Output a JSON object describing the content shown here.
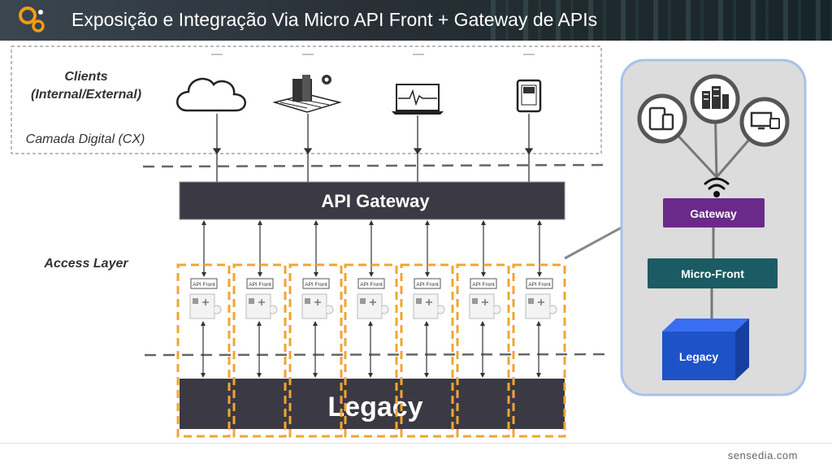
{
  "header": {
    "title": "Exposição e Integração Via Micro API Front + Gateway de APIs"
  },
  "clients_box": {
    "title_line1": "Clients",
    "title_line2": "(Internal/External)",
    "subtitle": "Camada Digital (CX)"
  },
  "access_layer": {
    "label": "Access Layer"
  },
  "gateway": {
    "label": "API Gateway"
  },
  "api_front": {
    "modules": [
      {
        "label": "API Front"
      },
      {
        "label": "API Front"
      },
      {
        "label": "API Front"
      },
      {
        "label": "API Front"
      },
      {
        "label": "API Front"
      },
      {
        "label": "API Front"
      },
      {
        "label": "API Front"
      }
    ]
  },
  "legacy": {
    "label": "Legacy"
  },
  "side_panel": {
    "gateway_label": "Gateway",
    "micro_front_label": "Micro-Front",
    "legacy_label": "Legacy"
  },
  "footer": {
    "brand": "sensedia.com"
  },
  "colors": {
    "dark_bar": "#3b3943",
    "orange_dashed": "#f0a535",
    "purple": "#6b2a8a",
    "teal": "#1b5b63",
    "blue_cube": "#1e52c8",
    "panel_bg": "#dcdcdc",
    "panel_border": "#a8c2e8"
  }
}
